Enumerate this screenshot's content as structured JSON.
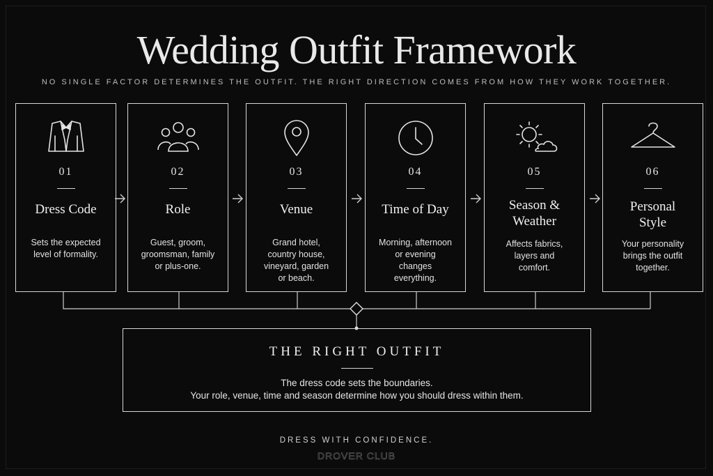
{
  "title": "Wedding Outfit Framework",
  "subtitle": "NO SINGLE FACTOR DETERMINES THE OUTFIT. THE RIGHT DIRECTION COMES FROM HOW THEY WORK TOGETHER.",
  "factors": [
    {
      "number": "01",
      "name": "Dress Code",
      "desc": [
        "Sets the expected",
        "level of formality."
      ],
      "icon": "tuxedo-icon"
    },
    {
      "number": "02",
      "name": "Role",
      "desc": [
        "Guest, groom,",
        "groomsman, family",
        "or plus-one."
      ],
      "icon": "people-group-icon"
    },
    {
      "number": "03",
      "name": "Venue",
      "desc": [
        "Grand hotel,",
        "country house,",
        "vineyard, garden",
        "or beach."
      ],
      "icon": "location-pin-icon"
    },
    {
      "number": "04",
      "name": "Time of Day",
      "desc": [
        "Morning, afternoon",
        "or evening",
        "changes",
        "everything."
      ],
      "icon": "clock-icon"
    },
    {
      "number": "05",
      "name": [
        "Season &",
        "Weather"
      ],
      "desc": [
        "Affects fabrics,",
        "layers and",
        "comfort."
      ],
      "icon": "sun-cloud-icon"
    },
    {
      "number": "06",
      "name": [
        "Personal",
        "Style"
      ],
      "desc": [
        "Your personality",
        "brings the outfit",
        "together."
      ],
      "icon": "hanger-icon"
    }
  ],
  "result": {
    "title": "THE RIGHT OUTFIT",
    "line1": "The dress code sets the boundaries.",
    "line2": "Your role, venue, time and season determine how you should dress within them."
  },
  "tagline": "DRESS WITH CONFIDENCE.",
  "brand": "DROVER CLUB",
  "colors": {
    "background": "#0b0b0b",
    "line": "#d8d8d8",
    "text": "#e6e6e6"
  }
}
